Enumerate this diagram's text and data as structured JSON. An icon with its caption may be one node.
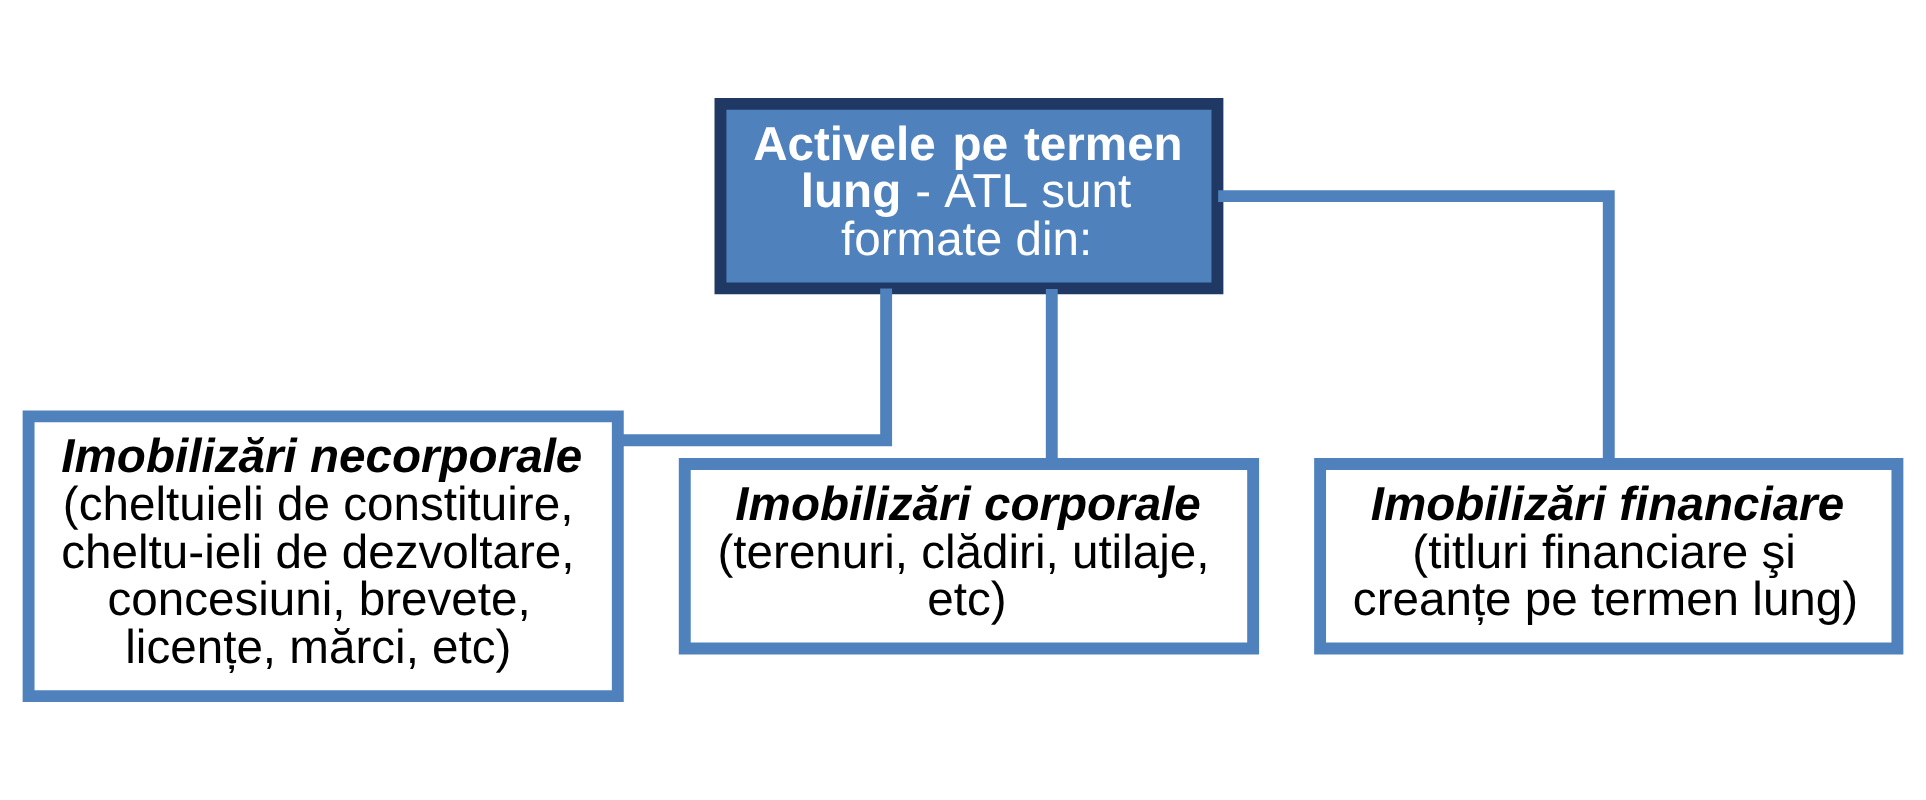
{
  "diagram": {
    "nodes": [
      {
        "text": [
          "**Activele pe termen lung** - ATL sunt formate din:"
        ]
      },
      {
        "text": [
          "Imobilizări necorporale",
          "(cheltuieli de constituire, cheltu-ieli de dezvoltare, concesiuni, brevete, licențe, mărci, etc)"
        ]
      },
      {
        "text": [
          "Imobilizări corporale",
          "(terenuri, clădiri, utilaje, etc)"
        ]
      },
      {
        "text": [
          "Imobilizări financiare",
          "(titluri financiare şi creanțe pe termen lung)"
        ]
      }
    ],
    "edges": [
      {
        "from": 0,
        "to": 1,
        "arrow": "none"
      },
      {
        "from": 0,
        "to": 2,
        "arrow": "none"
      },
      {
        "from": 0,
        "to": 3,
        "arrow": "none"
      }
    ]
  }
}
